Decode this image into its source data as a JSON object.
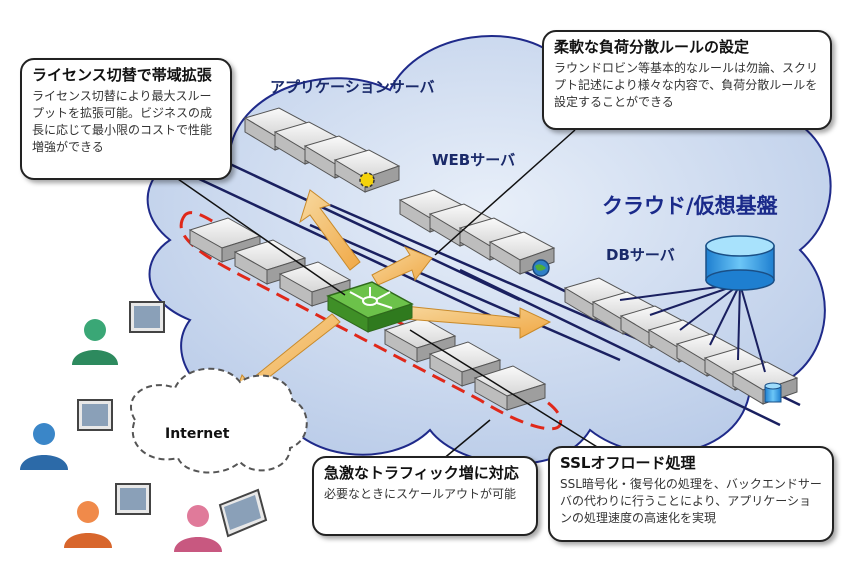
{
  "labels": {
    "app_servers": "アプリケーションサーバ",
    "web_servers": "WEBサーバ",
    "db_servers": "DBサーバ",
    "cloud": "クラウド/仮想基盤",
    "internet": "Internet"
  },
  "callouts": {
    "license": {
      "title": "ライセンス切替で帯域拡張",
      "body": "ライセンス切替により最大スループットを拡張可能。ビジネスの成長に応じて最小限のコストで性能増強ができる"
    },
    "rules": {
      "title": "柔軟な負荷分散ルールの設定",
      "body": "ラウンドロビン等基本的なルールは勿論、スクリプト記述により様々な内容で、負荷分散ルールを設定することができる"
    },
    "traffic": {
      "title": "急激なトラフィック増に対応",
      "body": "必要なときにスケールアウトが可能"
    },
    "ssl": {
      "title": "SSLオフロード処理",
      "body": "SSL暗号化・復号化の処理を、バックエンドサーバの代わりに行うことにより、アプリケーションの処理速度の高速化を実現"
    }
  },
  "colors": {
    "cloud_fill": "#c9d8ef",
    "cloud_stroke": "#1f2a8a",
    "active_switch": "#4aa82e",
    "dashed_ring": "#e0281a",
    "arrow": "#f2b556",
    "title_blue": "#1a2a6a"
  }
}
